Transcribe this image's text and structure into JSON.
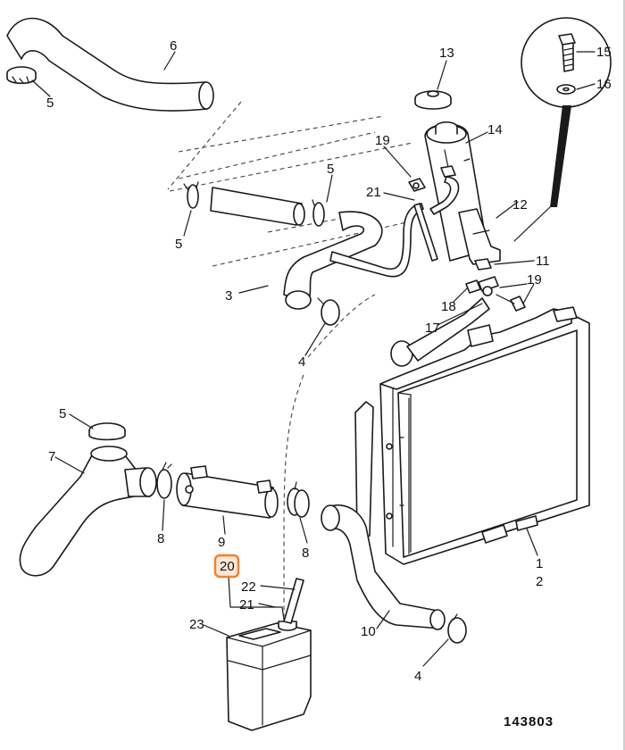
{
  "diagram": {
    "drawing_number": "143803",
    "callouts": [
      {
        "id": "c6",
        "text": "6"
      },
      {
        "id": "c5a",
        "text": "5"
      },
      {
        "id": "c13",
        "text": "13"
      },
      {
        "id": "c15",
        "text": "15"
      },
      {
        "id": "c16",
        "text": "16"
      },
      {
        "id": "c19a",
        "text": "19"
      },
      {
        "id": "c14",
        "text": "14"
      },
      {
        "id": "c5b",
        "text": "5"
      },
      {
        "id": "c21a",
        "text": "21"
      },
      {
        "id": "c12",
        "text": "12"
      },
      {
        "id": "c5c",
        "text": "5"
      },
      {
        "id": "c11",
        "text": "11"
      },
      {
        "id": "c19b",
        "text": "19"
      },
      {
        "id": "c3",
        "text": "3"
      },
      {
        "id": "c18",
        "text": "18"
      },
      {
        "id": "c17",
        "text": "17"
      },
      {
        "id": "c4a",
        "text": "4"
      },
      {
        "id": "c5d",
        "text": "5"
      },
      {
        "id": "c7",
        "text": "7"
      },
      {
        "id": "c8a",
        "text": "8"
      },
      {
        "id": "c9",
        "text": "9"
      },
      {
        "id": "c8b",
        "text": "8"
      },
      {
        "id": "c1",
        "text": "1"
      },
      {
        "id": "c2",
        "text": "2"
      },
      {
        "id": "c20",
        "text": "20"
      },
      {
        "id": "c22",
        "text": "22"
      },
      {
        "id": "c21b",
        "text": "21"
      },
      {
        "id": "c23",
        "text": "23"
      },
      {
        "id": "c10",
        "text": "10"
      },
      {
        "id": "c4b",
        "text": "4"
      }
    ],
    "highlight": {
      "callout": "20",
      "color": "#f0822a"
    }
  }
}
